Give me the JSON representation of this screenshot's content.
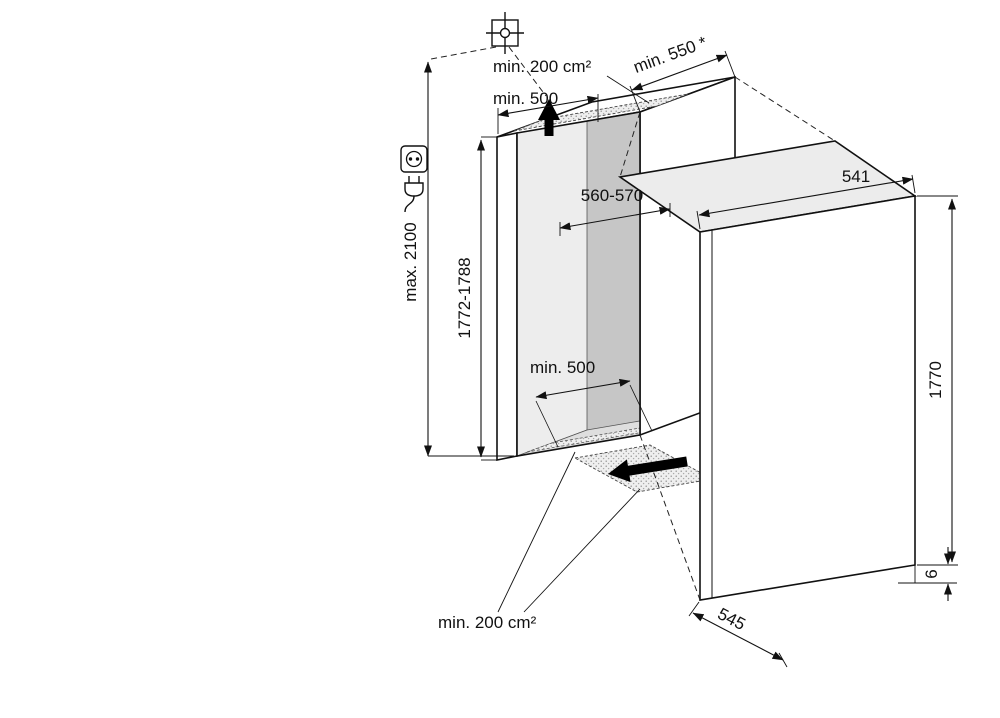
{
  "diagram_title": "built-in-appliance-installation-dimensions",
  "dimensions": {
    "top_vent_min_area": "min. 200 cm²",
    "top_vent_min_width": "min. 500",
    "niche_depth_min": "min. 550 *",
    "niche_width": "560-570",
    "ceiling_height_max": "max. 2100",
    "niche_height": "1772-1788",
    "base_clearance_min_width": "min. 500",
    "base_vent_min_area": "min. 200 cm²",
    "appliance_width": "541",
    "appliance_height": "1770",
    "appliance_depth": "545",
    "rear_gap": "6"
  },
  "icons": {
    "reference_mark": "crosshair-square",
    "power": "socket-and-plug",
    "airflow_top": "arrow-up",
    "airflow_base": "arrow-left"
  },
  "colors": {
    "line": "#111111",
    "back_wall": "#c6c6c6",
    "side_wall": "#ededed",
    "floor": "#dedede",
    "appliance_top": "#ececec",
    "vent_fill": "#efefef"
  }
}
